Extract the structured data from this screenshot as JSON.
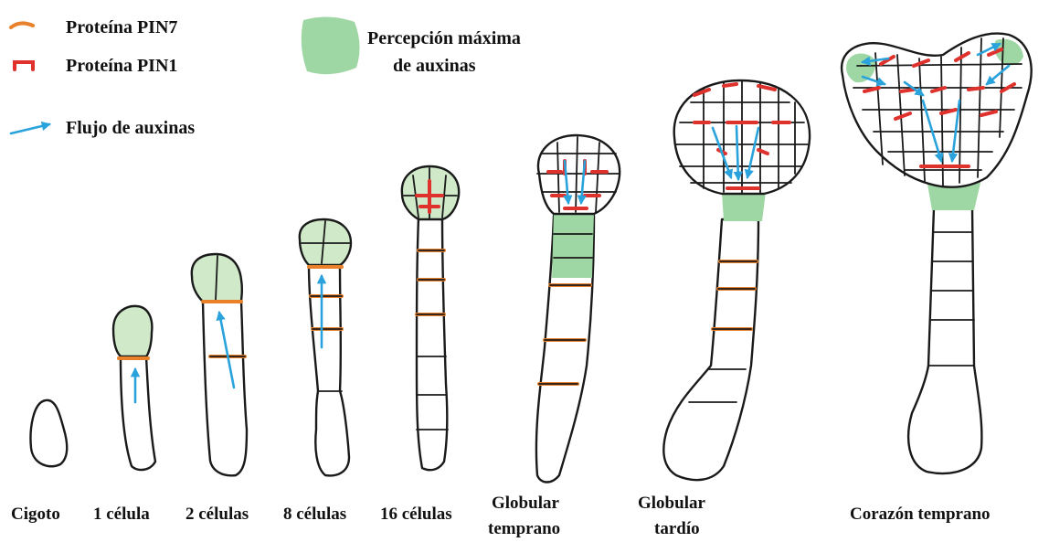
{
  "legend": {
    "pin7_label": "Proteína PIN7",
    "pin1_label": "Proteína PIN1",
    "flow_label": "Flujo de auxinas",
    "max_line1": "Percepción máxima",
    "max_line2": "de auxinas"
  },
  "stages": [
    {
      "line1": "Cigoto",
      "line2": ""
    },
    {
      "line1": "1 célula",
      "line2": ""
    },
    {
      "line1": "2 células",
      "line2": ""
    },
    {
      "line1": "8 células",
      "line2": ""
    },
    {
      "line1": "16 células",
      "line2": ""
    },
    {
      "line1": "Globular",
      "line2": "temprano"
    },
    {
      "line1": "Globular",
      "line2": "tardío"
    },
    {
      "line1": "Corazón temprano",
      "line2": ""
    }
  ],
  "colors": {
    "pin7": "#e8812a",
    "pin1": "#e0322d",
    "auxin_flow": "#2aa3dc",
    "auxin_max": "#9fd7a4"
  }
}
